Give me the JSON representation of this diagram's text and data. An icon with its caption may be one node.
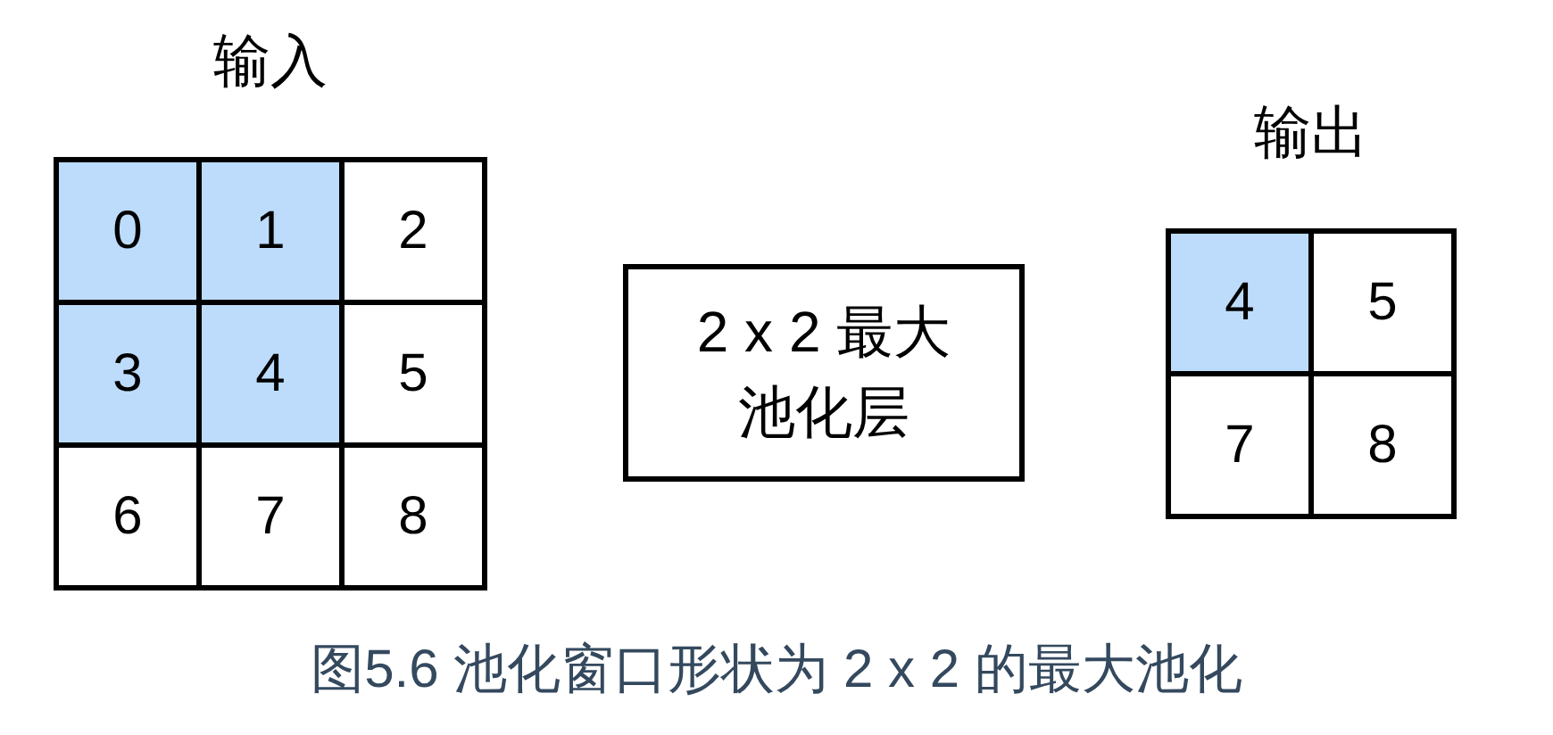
{
  "diagram": {
    "caption": "图5.6 池化窗口形状为 2 x 2 的最大池化",
    "nodes": [
      {
        "text": [
          "输入"
        ]
      },
      {
        "text": [
          "0"
        ],
        "in": 0
      },
      {
        "text": [
          "1"
        ],
        "in": 0
      },
      {
        "text": [
          "2"
        ],
        "in": 0
      },
      {
        "text": [
          "3"
        ],
        "in": 0
      },
      {
        "text": [
          "4"
        ],
        "in": 0
      },
      {
        "text": [
          "5"
        ],
        "in": 0
      },
      {
        "text": [
          "6"
        ],
        "in": 0
      },
      {
        "text": [
          "7"
        ],
        "in": 0
      },
      {
        "text": [
          "8"
        ],
        "in": 0
      },
      {
        "text": [
          "2 x 2 最大池化层"
        ]
      },
      {
        "text": [
          "输出"
        ]
      },
      {
        "text": [
          "4"
        ],
        "in": 11
      },
      {
        "text": [
          "5"
        ],
        "in": 11
      },
      {
        "text": [
          "7"
        ],
        "in": 11
      },
      {
        "text": [
          "8"
        ],
        "in": 11
      }
    ],
    "edges": []
  }
}
